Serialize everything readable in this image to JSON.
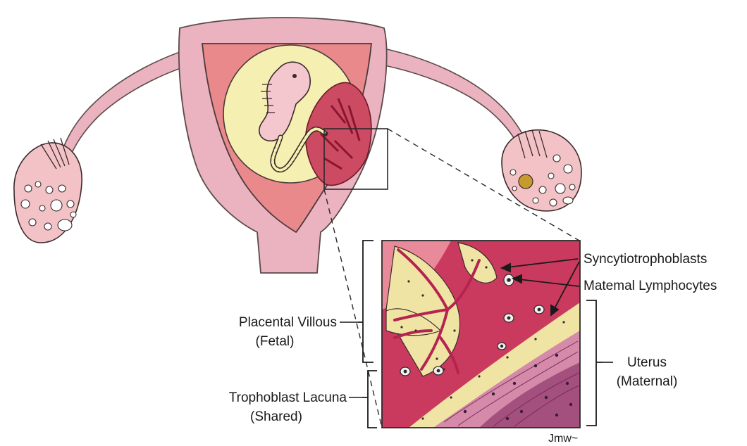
{
  "labels": {
    "syncytiotrophoblasts": "Syncytiotrophoblasts",
    "maternal_lymphocytes": "Matemal Lymphocytes",
    "placental_villous": "Placental Villous",
    "placental_villous_sub": "(Fetal)",
    "uterus": "Uterus",
    "uterus_sub": "(Maternal)",
    "trophoblast_lacuna": "Trophoblast Lacuna",
    "trophoblast_lacuna_sub": "(Shared)",
    "signature": "Jmw~"
  },
  "colors": {
    "uterus_pink": "#eab3bf",
    "uterus_outline": "#5a4a4a",
    "endometrium": "#e9898c",
    "amniotic_yellow": "#f6efb2",
    "placenta_red": "#cc4a62",
    "placenta_dark": "#9e1f3f",
    "embryo_pink": "#f4c6cd",
    "ovary_pink": "#f2c2c6",
    "tissue_yellow": "#efe4a4",
    "lacuna_red": "#c93a5e",
    "myometrium_purple": "#a4507e",
    "label_text": "#1a1a1a"
  }
}
